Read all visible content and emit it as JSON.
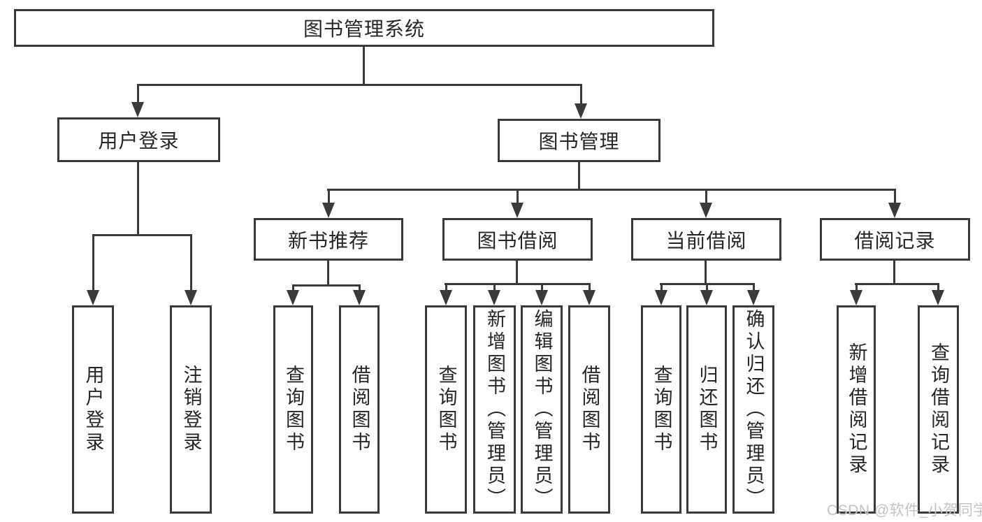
{
  "tree": {
    "label": "图书管理系统",
    "children": [
      {
        "label": "用户登录",
        "children": [
          {
            "label": "用户登录"
          },
          {
            "label": "注销登录"
          }
        ]
      },
      {
        "label": "图书管理",
        "children": [
          {
            "label": "新书推荐",
            "children": [
              {
                "label": "查询图书"
              },
              {
                "label": "借阅图书"
              }
            ]
          },
          {
            "label": "图书借阅",
            "children": [
              {
                "label": "查询图书"
              },
              {
                "label": "新增图书（管理员）"
              },
              {
                "label": "编辑图书（管理员）"
              },
              {
                "label": "借阅图书"
              }
            ]
          },
          {
            "label": "当前借阅",
            "children": [
              {
                "label": "查询图书"
              },
              {
                "label": "归还图书"
              },
              {
                "label": "确认归还（管理员）"
              }
            ]
          },
          {
            "label": "借阅记录",
            "children": [
              {
                "label": "新增借阅记录"
              },
              {
                "label": "查询借阅记录"
              }
            ]
          }
        ]
      }
    ]
  },
  "watermark": "CSDN @软件_小贺同学",
  "colors": {
    "line": "#3a3a3a",
    "text": "#262626",
    "background": "#ffffff",
    "watermark": "#c4c4c4"
  }
}
